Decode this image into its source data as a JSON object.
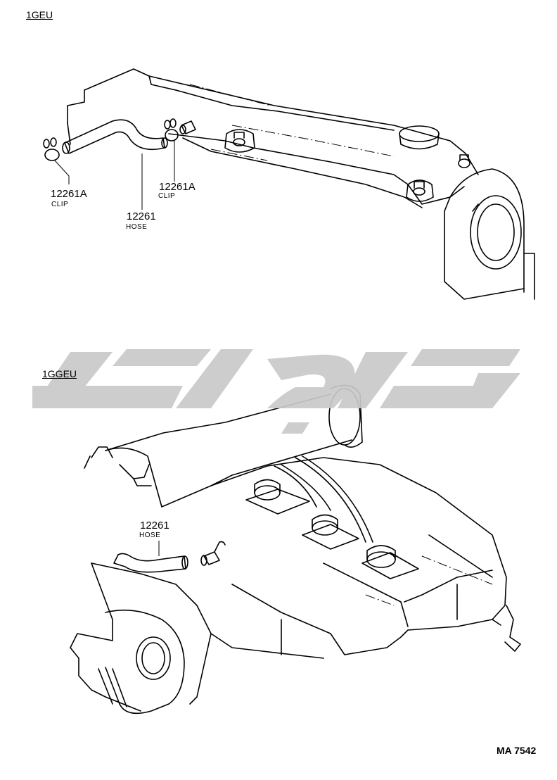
{
  "sections": [
    {
      "code": "1GEU"
    },
    {
      "code": "1GGEU"
    }
  ],
  "callouts": {
    "top": [
      {
        "part_no": "12261A",
        "name": "CLIP"
      },
      {
        "part_no": "12261",
        "name": "HOSE"
      },
      {
        "part_no": "12261A",
        "name": "CLIP"
      }
    ],
    "bottom": [
      {
        "part_no": "12261",
        "name": "HOSE"
      }
    ]
  },
  "reference_code": "MA 7542",
  "colors": {
    "line": "#000000",
    "watermark": "#c9c9c9",
    "background": "#ffffff"
  }
}
